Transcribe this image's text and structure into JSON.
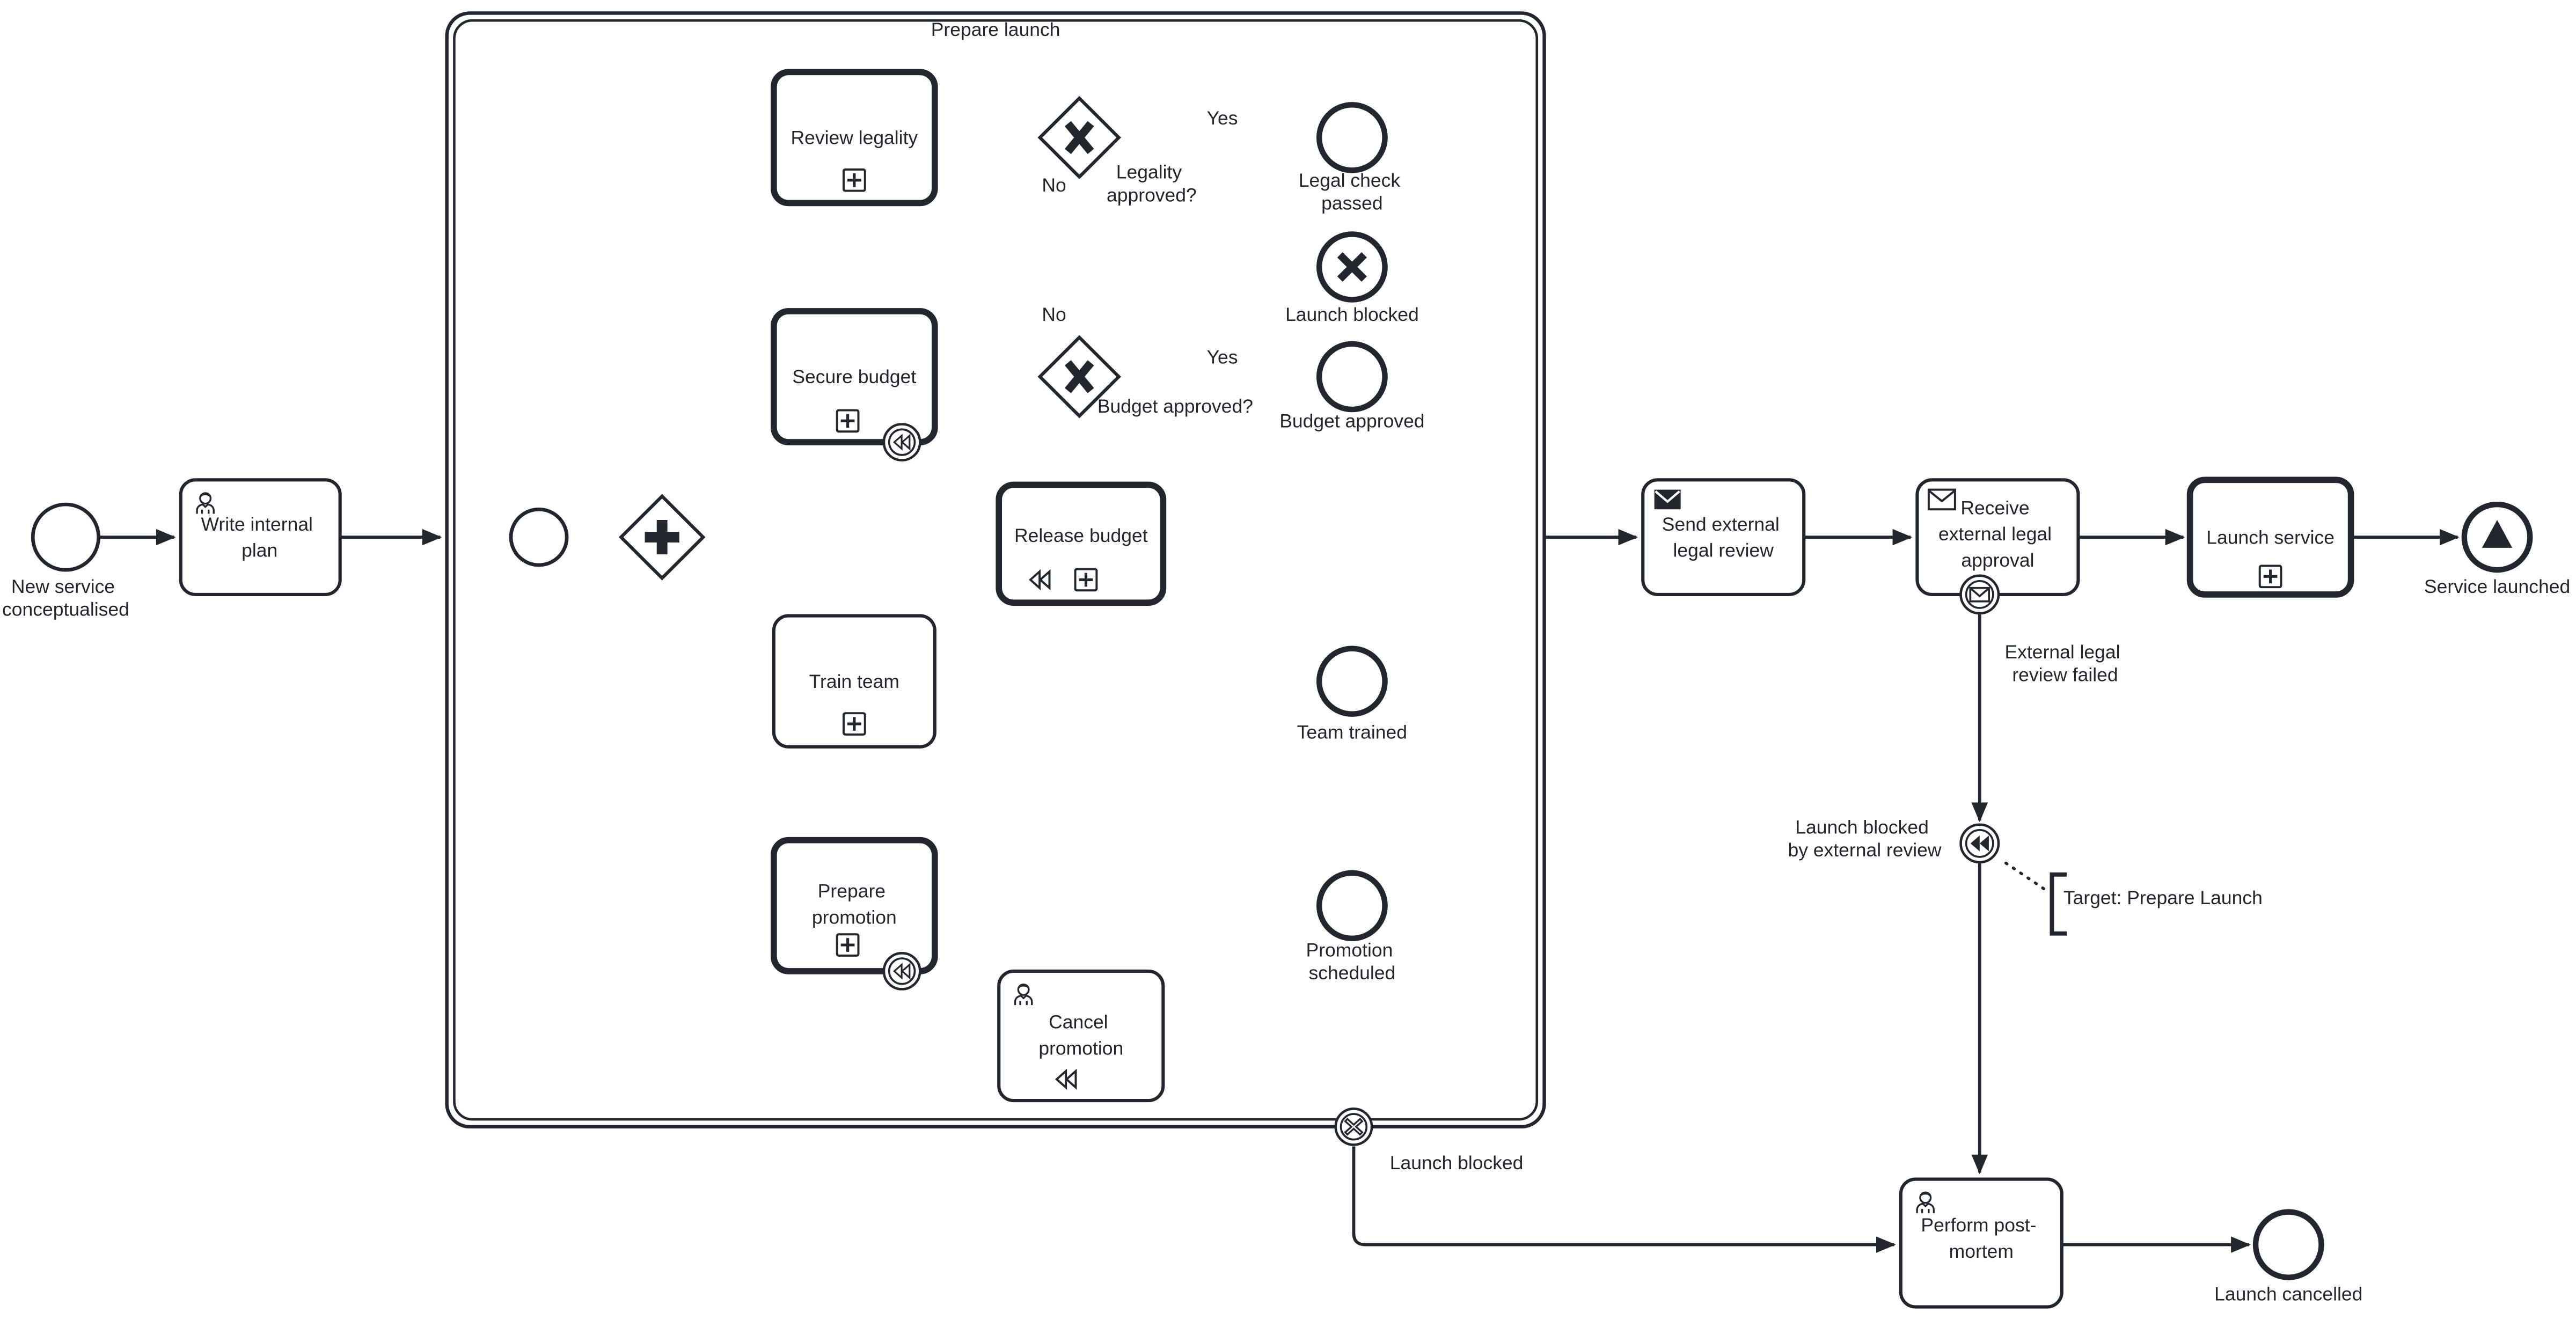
{
  "diagram": {
    "kind": "BPMN process diagram",
    "colors": {
      "stroke": "#22262e",
      "background": "#ffffff"
    },
    "subprocess": {
      "title": "Prepare launch",
      "type": "transaction subprocess"
    },
    "nodes": {
      "start_event": {
        "type": "start event",
        "label": [
          "New service",
          "conceptualised"
        ]
      },
      "write_internal_plan": {
        "type": "user task",
        "icon": "user",
        "label": [
          "Write internal",
          "plan"
        ]
      },
      "inner_start_event": {
        "type": "start event",
        "label": []
      },
      "parallel_gateway": {
        "type": "parallel gateway",
        "label": []
      },
      "review_legality": {
        "type": "collapsed call activity",
        "marker": "subprocess-plus",
        "label": [
          "Review legality"
        ]
      },
      "legality_gateway": {
        "type": "exclusive gateway",
        "label": [
          "Legality",
          "approved?"
        ]
      },
      "legal_check_passed": {
        "type": "end event",
        "label": [
          "Legal check",
          "passed"
        ]
      },
      "launch_blocked_end": {
        "type": "cancel end event",
        "label": [
          "Launch blocked"
        ]
      },
      "secure_budget": {
        "type": "collapsed call activity",
        "marker": "subprocess-plus",
        "label": [
          "Secure budget"
        ]
      },
      "budget_gateway": {
        "type": "exclusive gateway",
        "label": [
          "Budget approved?"
        ]
      },
      "budget_approved": {
        "type": "end event",
        "label": [
          "Budget approved"
        ]
      },
      "release_budget": {
        "type": "compensation call activity",
        "markers": [
          "compensation",
          "subprocess-plus"
        ],
        "label": [
          "Release budget"
        ]
      },
      "train_team": {
        "type": "collapsed subprocess",
        "marker": "subprocess-plus",
        "label": [
          "Train team"
        ]
      },
      "team_trained": {
        "type": "end event",
        "label": [
          "Team trained"
        ]
      },
      "prepare_promotion": {
        "type": "collapsed call activity",
        "marker": "subprocess-plus",
        "label": [
          "Prepare",
          "promotion"
        ]
      },
      "promotion_scheduled": {
        "type": "end event",
        "label": [
          "Promotion",
          "scheduled"
        ]
      },
      "cancel_promotion": {
        "type": "compensation user task",
        "icon": "user",
        "marker": "compensation",
        "label": [
          "Cancel",
          "promotion"
        ]
      },
      "secure_budget_comp_boundary": {
        "type": "compensation boundary event",
        "label": []
      },
      "prepare_promotion_comp_boundary": {
        "type": "compensation boundary event",
        "label": []
      },
      "send_external_legal_review": {
        "type": "send task",
        "icon": "envelope-filled",
        "label": [
          "Send external",
          "legal review"
        ]
      },
      "receive_external_legal_approval": {
        "type": "receive task",
        "icon": "envelope",
        "label": [
          "Receive",
          "external legal",
          "approval"
        ]
      },
      "external_review_failed_boundary": {
        "type": "message boundary event",
        "label": [
          "External legal",
          "review failed"
        ]
      },
      "launch_service": {
        "type": "collapsed call activity",
        "marker": "subprocess-plus",
        "label": [
          "Launch service"
        ]
      },
      "service_launched": {
        "type": "signal end event",
        "label": [
          "Service launched"
        ]
      },
      "compensation_throw": {
        "type": "compensation intermediate throw event",
        "label": [
          "Launch blocked",
          "by external review"
        ]
      },
      "annotation": {
        "type": "text annotation",
        "label": [
          "Target: Prepare Launch"
        ]
      },
      "launch_blocked_boundary": {
        "type": "cancel boundary event",
        "label": [
          "Launch blocked"
        ]
      },
      "perform_post_mortem": {
        "type": "user task",
        "icon": "user",
        "label": [
          "Perform post-",
          "mortem"
        ]
      },
      "launch_cancelled": {
        "type": "end event",
        "label": [
          "Launch cancelled"
        ]
      }
    },
    "edge_labels": {
      "legality_yes": "Yes",
      "legality_no": "No",
      "budget_yes": "Yes",
      "budget_no": "No"
    }
  }
}
